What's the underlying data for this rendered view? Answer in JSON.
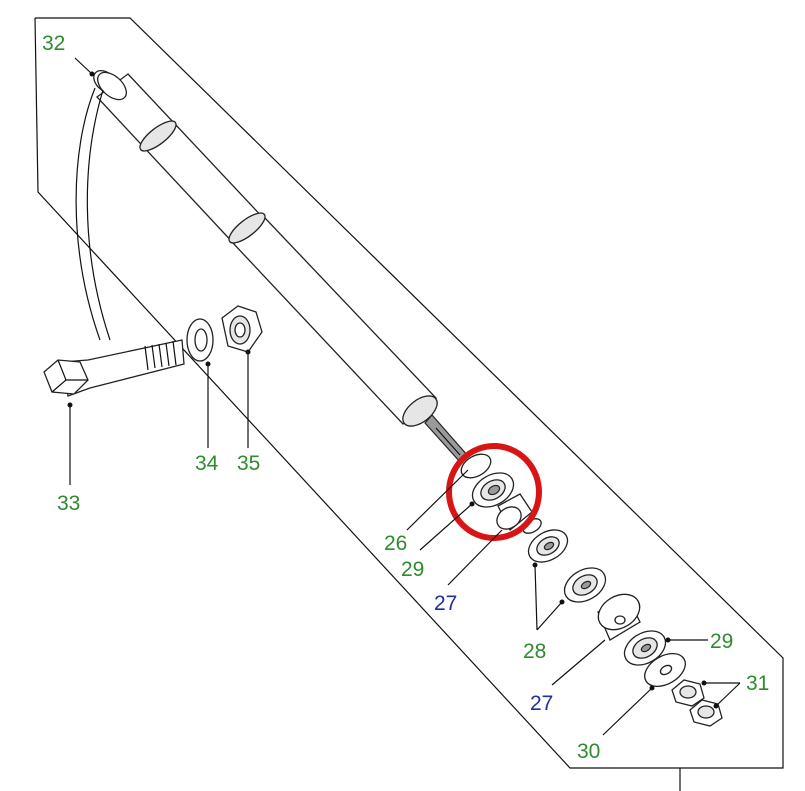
{
  "callouts": {
    "c32": "32",
    "c33": "33",
    "c34": "34",
    "c35": "35",
    "c26": "26",
    "c29a": "29",
    "c27a": "27",
    "c28": "28",
    "c29b": "29",
    "c27b": "27",
    "c31": "31",
    "c30": "30"
  },
  "colors": {
    "callout_green": "#2e8b2e",
    "callout_blue": "#1f2f9c",
    "highlight_red": "#d81414",
    "line": "#111111"
  },
  "highlight": {
    "shape": "circle",
    "target": "29"
  }
}
